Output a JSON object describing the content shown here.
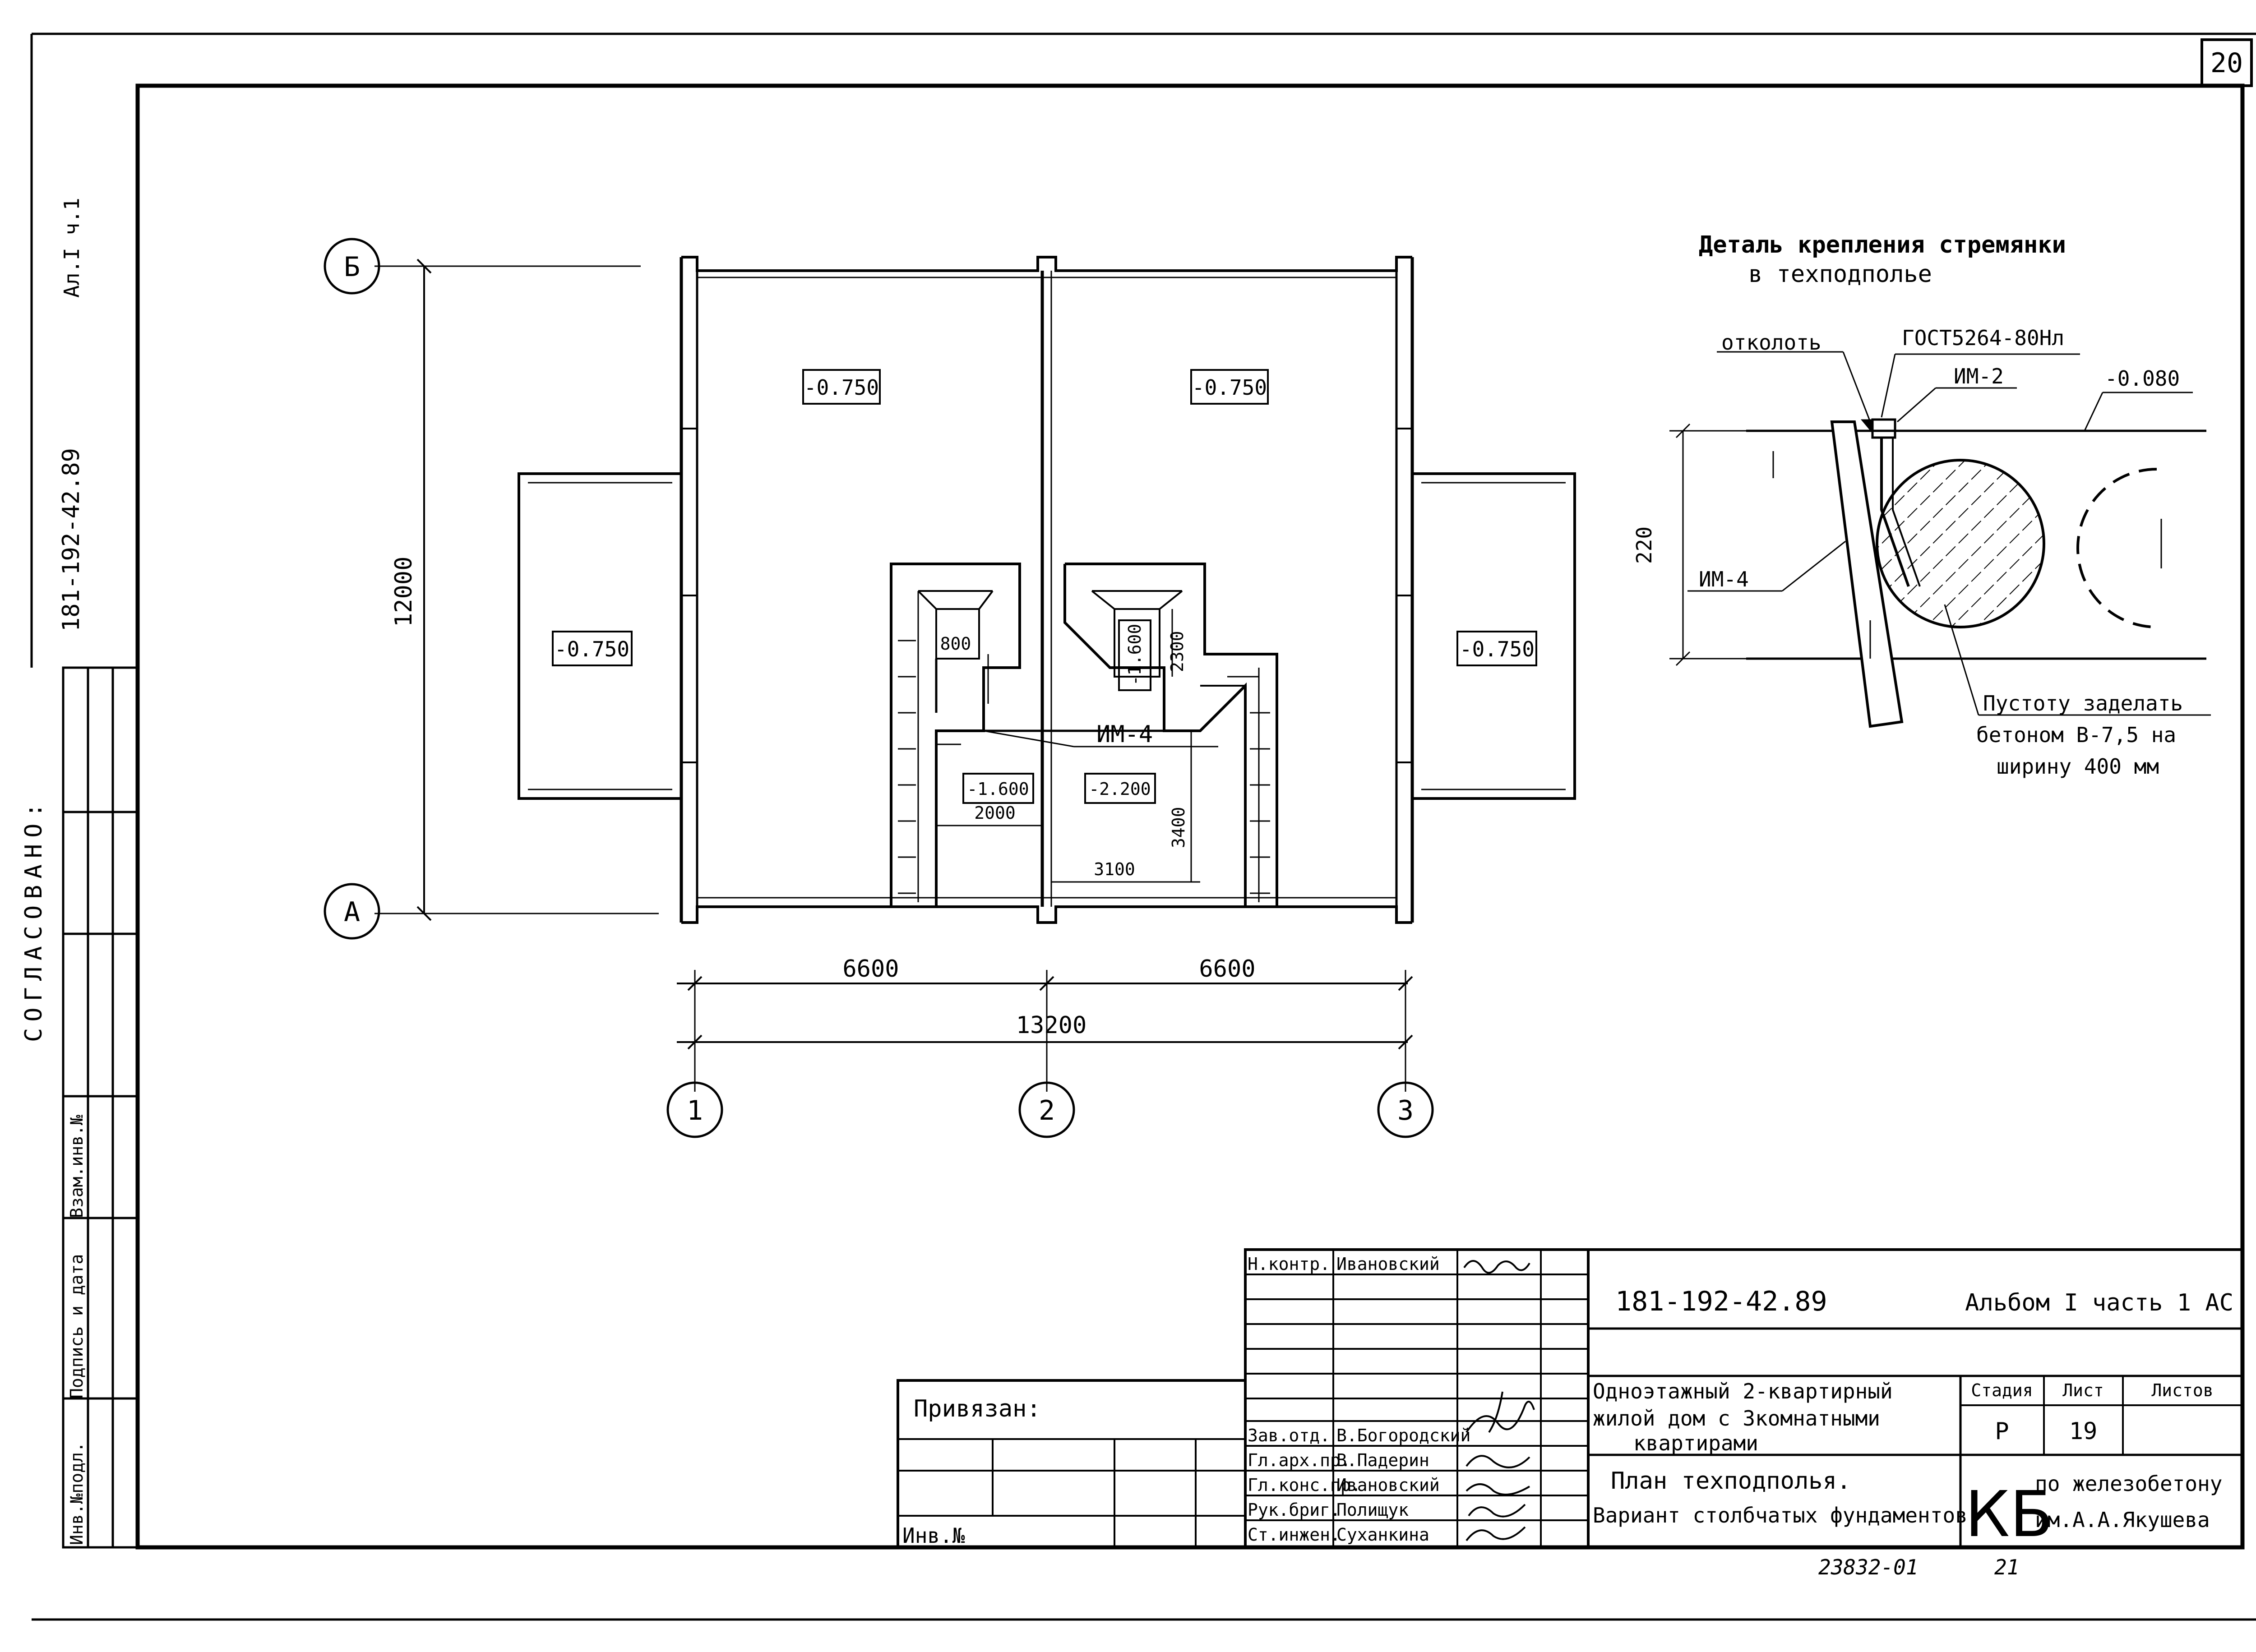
{
  "sheet": {
    "number": "20",
    "corner_code": "181-192-42.89",
    "corner_album": "Ал.I ч.1",
    "agreed_label": "СОГЛАСОВАНО:",
    "side_fields": [
      "Инв.№подл.",
      "Подпись и дата",
      "Взам.инв.№"
    ]
  },
  "plan": {
    "axes_letters": [
      "Б",
      "А"
    ],
    "axes_numbers": [
      "1",
      "2",
      "3"
    ],
    "dim_total_height": "12000",
    "dim_spans": [
      "6600",
      "6600"
    ],
    "dim_total_width": "13200",
    "levels": {
      "room_left": "-0.750",
      "room_right": "-0.750",
      "porch_left": "-0.750",
      "porch_right": "-0.750",
      "pit_left": "-1.600",
      "pit_mid": "-2.200",
      "pit_top": "-1.600"
    },
    "pit_dims": {
      "w800": "800",
      "w2000": "2000",
      "w3100": "3100",
      "h3400": "3400",
      "h2300": "2300"
    },
    "ladder_mark": "ИМ-4"
  },
  "detail": {
    "title_line1": "Деталь крепления стремянки",
    "title_line2": "в техподполье",
    "label_chip": "отколоть",
    "label_gost": "ГОСТ5264-80Нл",
    "label_im2": "ИМ-2",
    "label_level": "-0.080",
    "label_220": "220",
    "label_im4": "ИМ-4",
    "note_line1": "Пустоту заделать",
    "note_line2": "бетоном В-7,5 на",
    "note_line3": "ширину 400 мм"
  },
  "stamp": {
    "bound_label": "Привязан:",
    "inv_label": "Инв.№",
    "roles": [
      {
        "role": "Н.контр.",
        "name": "Ивановский"
      },
      {
        "role": "Зав.отд.",
        "name": "В.Богородский"
      },
      {
        "role": "Гл.арх.пр.",
        "name": "В.Падерин"
      },
      {
        "role": "Гл.конс.пр.",
        "name": "Ивановский"
      },
      {
        "role": "Рук.бриг.",
        "name": "Полищук"
      },
      {
        "role": "Ст.инжен.",
        "name": "Суханкина"
      }
    ],
    "doc_code": "181-192-42.89",
    "album": "Альбом I часть 1 АС",
    "project_title_line1": "Одноэтажный 2-квартирный",
    "project_title_line2": "жилой дом с 3комнатными",
    "project_title_line3": "квартирами",
    "stage_header": "Стадия",
    "sheet_header": "Лист",
    "sheets_header": "Листов",
    "stage": "Р",
    "sheet_no": "19",
    "drawing_title_line1": "План техподполья.",
    "drawing_title_line2": "Вариант столбчатых фундаментов",
    "org_logo": "КБ",
    "org_line1": "по железобетону",
    "org_line2": "им.А.А.Якушева",
    "footer_code": "23832-01",
    "footer_num": "21"
  }
}
